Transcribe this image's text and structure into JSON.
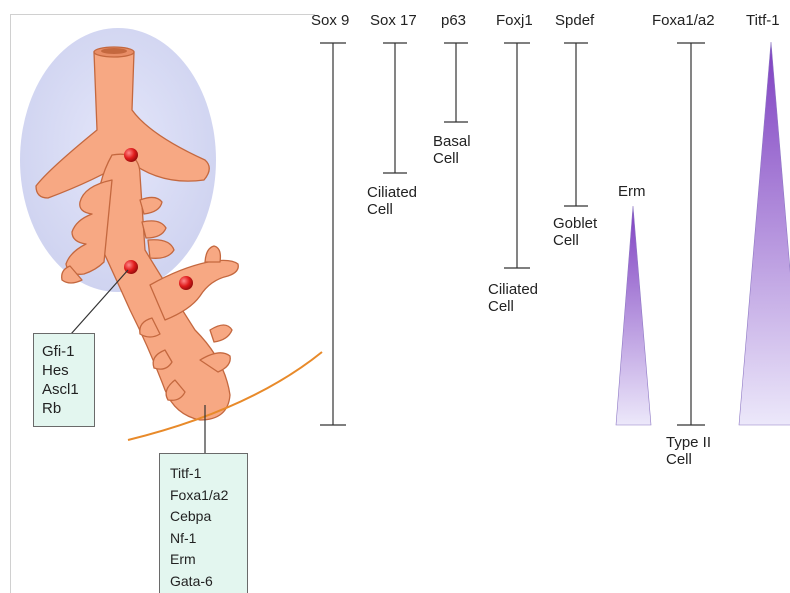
{
  "genes": {
    "sox9": "Sox 9",
    "sox17": "Sox 17",
    "p63": "p63",
    "foxj1": "Foxj1",
    "spdef": "Spdef",
    "foxa": "Foxa1/a2",
    "titf1": "Titf-1"
  },
  "cells": {
    "sox17": [
      "Ciliated",
      "Cell"
    ],
    "p63": [
      "Basal",
      "Cell"
    ],
    "foxj1": [
      "Ciliated",
      "Cell"
    ],
    "spdef": [
      "Goblet",
      "Cell"
    ],
    "foxa": [
      "Type II",
      "Cell"
    ]
  },
  "erm_label": "Erm",
  "box_proximal": [
    "Gfi-1",
    "Hes",
    "Ascl1",
    "Rb"
  ],
  "box_distal": [
    "Titf-1",
    "Foxa1/a2",
    "Cebpa",
    "Nf-1",
    "Erm",
    "Gata-6"
  ],
  "colors": {
    "tissue": "#f7a883",
    "tissue_edge": "#c4683f",
    "halo": "#dcdff5",
    "arc": "#e88a2a",
    "gradient_top": "#7e3fc1",
    "gradient_bottom": "#ece8fa",
    "box_fill": "#e3f6ef",
    "marker": "#e01c1c"
  }
}
